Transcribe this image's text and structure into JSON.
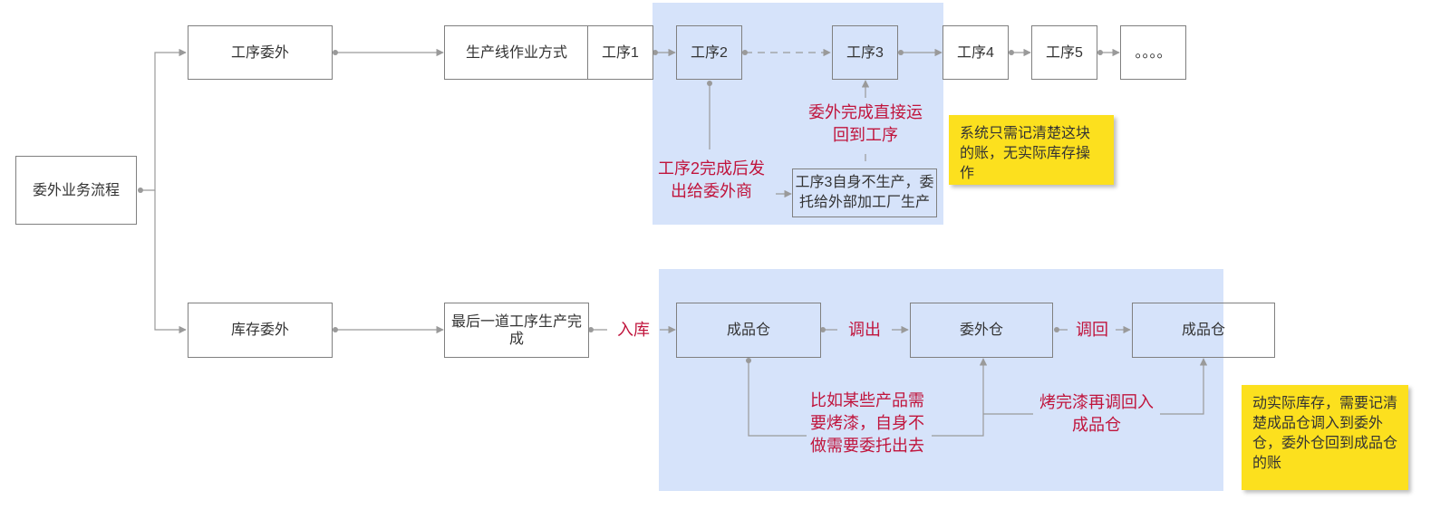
{
  "nodes": {
    "root": "委外业务流程",
    "process_outsource": "工序委外",
    "stock_outsource": "库存委外",
    "line_mode": "生产线作业方式",
    "step1": "工序1",
    "step2": "工序2",
    "step3": "工序3",
    "step4": "工序4",
    "step5": "工序5",
    "ellipsis": "。。。。",
    "step3_desc": "工序3自身不生产，委托给外部加工厂生产",
    "last_step": "最后一道工序生产完成",
    "fg_warehouse_1": "成品仓",
    "outsource_warehouse": "委外仓",
    "fg_warehouse_2": "成品仓"
  },
  "labels": {
    "step2_send": "工序2完成后发出给委外商",
    "return_direct": "委外完成直接运回到工序",
    "inbound": "入库",
    "transfer_out": "调出",
    "transfer_back": "调回",
    "paint_example": "比如某些产品需要烤漆，自身不做需要委托出去",
    "after_paint": "烤完漆再调回入成品仓"
  },
  "notes": {
    "process_note": "系统只需记清楚这块的账，无实际库存操作",
    "stock_note": "动实际库存，需要记清楚成品仓调入到委外仓，委外仓回到成品仓的账"
  },
  "colors": {
    "region": "#d6e3fa",
    "note": "#fce01e",
    "label": "#c0143c",
    "line": "#9a9a9a"
  }
}
